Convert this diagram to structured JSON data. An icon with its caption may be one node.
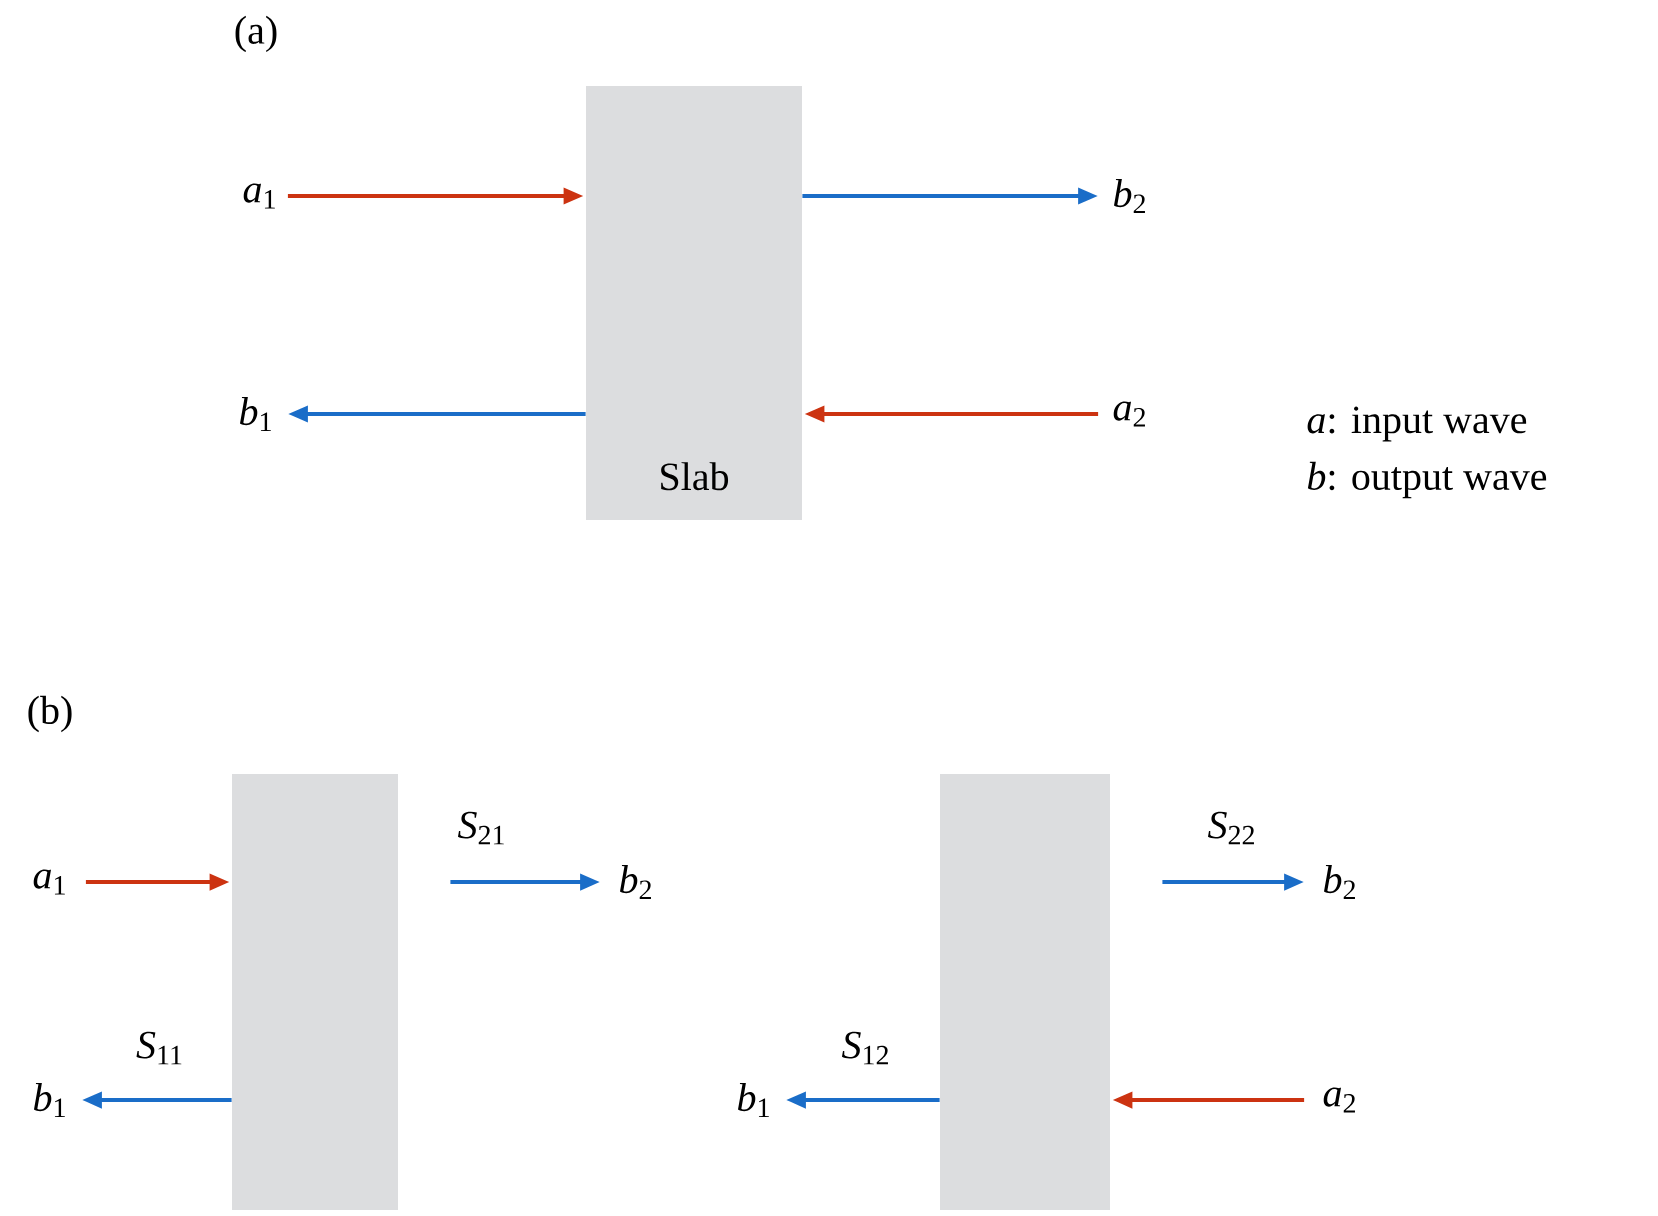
{
  "diagram": {
    "nodes": [
      {
        "text": [
          "Slab"
        ]
      },
      {
        "text": [
          "*a*$_{1}$"
        ]
      },
      {
        "text": [
          "*b*$_{2}$"
        ]
      },
      {
        "text": [
          "*b*$_{1}$"
        ]
      },
      {
        "text": [
          "*a*$_{2}$"
        ]
      },
      {
        "text": [],
        "shape": "box"
      },
      {
        "text": [
          "*a*$_{1}$"
        ]
      },
      {
        "text": [
          "*b*$_{2}$"
        ]
      },
      {
        "text": [
          "*b*$_{1}$"
        ]
      },
      {
        "text": [],
        "shape": "box"
      },
      {
        "text": [
          "*b*$_{1}$"
        ]
      },
      {
        "text": [
          "*b*$_{2}$"
        ]
      },
      {
        "text": [
          "*a*$_{2}$"
        ]
      }
    ],
    "edges": [
      {
        "from": 1,
        "to": 0,
        "arrow": "to",
        "color": "#cc3311"
      },
      {
        "from": 0,
        "to": 2,
        "arrow": "to",
        "color": "#1a6dc8"
      },
      {
        "from": 0,
        "to": 3,
        "arrow": "to",
        "color": "#1a6dc8"
      },
      {
        "from": 4,
        "to": 0,
        "arrow": "to",
        "color": "#cc3311"
      },
      {
        "from": 6,
        "to": 5,
        "arrow": "to",
        "color": "#cc3311"
      },
      {
        "from": 5,
        "to": 7,
        "arrow": "to",
        "label": "*S*$_{21}$",
        "color": "#1a6dc8"
      },
      {
        "from": 5,
        "to": 8,
        "arrow": "to",
        "label": "*S*$_{11}$",
        "color": "#1a6dc8"
      },
      {
        "from": 9,
        "to": 10,
        "arrow": "to",
        "label": "*S*$_{12}$",
        "color": "#1a6dc8"
      },
      {
        "from": 9,
        "to": 11,
        "arrow": "to",
        "label": "*S*$_{22}$",
        "color": "#1a6dc8"
      },
      {
        "from": 12,
        "to": 9,
        "arrow": "to",
        "color": "#cc3311"
      }
    ],
    "labels": [
      "(a)",
      "*a*: input wave",
      "*b*: output wave",
      "(b)"
    ]
  }
}
